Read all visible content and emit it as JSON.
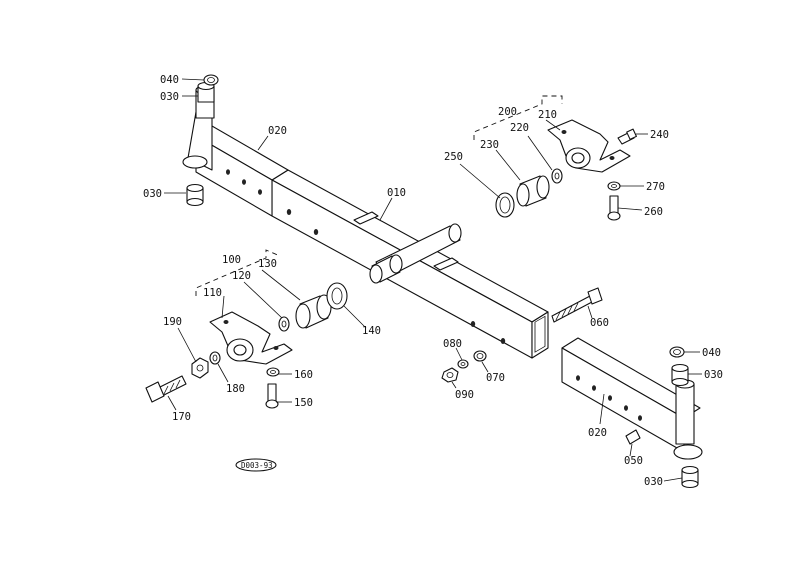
{
  "diagram": {
    "code": "D003-93",
    "parts": {
      "p010": "010",
      "p020a": "020",
      "p020b": "020",
      "p030a": "030",
      "p030b": "030",
      "p030c": "030",
      "p030d": "030",
      "p040a": "040",
      "p040b": "040",
      "p050": "050",
      "p060": "060",
      "p070": "070",
      "p080": "080",
      "p090": "090",
      "p100": "100",
      "p110": "110",
      "p120": "120",
      "p130": "130",
      "p140": "140",
      "p150": "150",
      "p160": "160",
      "p170": "170",
      "p180": "180",
      "p190": "190",
      "p200": "200",
      "p210": "210",
      "p220": "220",
      "p230": "230",
      "p240": "240",
      "p250": "250",
      "p260": "260",
      "p270": "270"
    }
  }
}
